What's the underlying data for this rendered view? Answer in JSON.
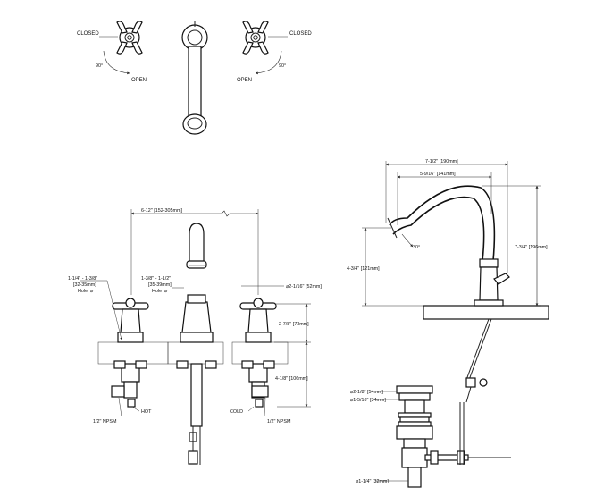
{
  "top_view": {
    "left_closed": "CLOSED",
    "left_open": "OPEN",
    "left_angle": "90°",
    "right_closed": "CLOSED",
    "right_open": "OPEN",
    "right_angle": "90°"
  },
  "front_view": {
    "spread": "6-12\" [152-305mm]",
    "left_hole": [
      "1-1/4\" - 1-3/8\"",
      "[32-35mm]",
      "Hole"
    ],
    "center_hole": [
      "1-3/8\" - 1-1/2\"",
      "[35-39mm]",
      "Hole"
    ],
    "valve_diameter": "2-1/16\" [52mm]",
    "handle_height": "2-7/8\" [73mm]",
    "shank_length": "4-1/8\" [106mm]",
    "hot_label": "HOT",
    "cold_label": "COLD",
    "left_npsm": "1/2\" NPSM",
    "right_npsm": "1/2\" NPSM"
  },
  "side_view": {
    "overall_reach": "7-1/2\" [190mm]",
    "spout_reach": "5-9/16\" [141mm]",
    "overall_height": "7-3/4\" [196mm]",
    "spout_height": "4-3/4\" [121mm]",
    "spout_angle": "30°"
  },
  "drain_view": {
    "top_diameter": "2-1/8\" [54mm]",
    "flange_diameter": "1-5/16\" [34mm]",
    "tail_diameter": "1-1/4\" [32mm]"
  }
}
